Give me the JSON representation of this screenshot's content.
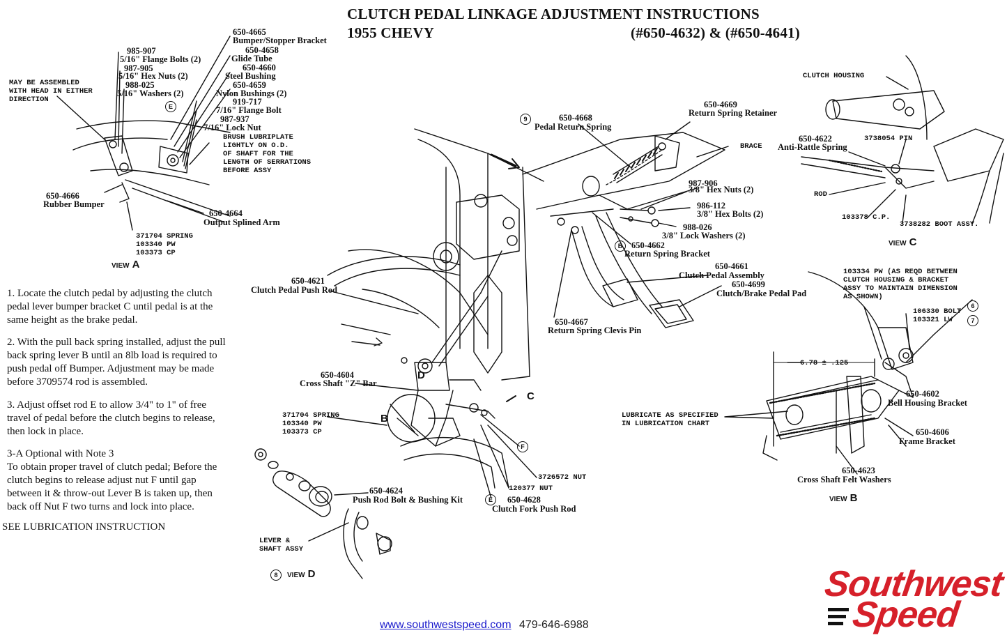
{
  "header": {
    "title": "CLUTCH PEDAL LINKAGE ADJUSTMENT INSTRUCTIONS",
    "model": "1955 CHEVY",
    "part_numbers": "(#650-4632) & (#650-4641)"
  },
  "view_a": {
    "note": [
      "MAY BE ASSEMBLED",
      "WITH HEAD IN EITHER",
      "DIRECTION"
    ],
    "labels": {
      "bumper_bracket_num": "650-4665",
      "bumper_bracket": "Bumper/Stopper Bracket",
      "flange_bolts_num": "985-907",
      "flange_bolts": "5/16\" Flange Bolts (2)",
      "hex_nuts_num": "987-905",
      "hex_nuts": "5/16\" Hex Nuts (2)",
      "washers_num": "988-025",
      "washers": "5/16\" Washers (2)",
      "glide_tube_num": "650-4658",
      "glide_tube": "Glide Tube",
      "steel_bushing_num": "650-4660",
      "steel_bushing": "Steel Bushing",
      "nylon_bushings_num": "650-4659",
      "nylon_bushings": "Nylon Bushings (2)",
      "flange_bolt_num": "919-717",
      "flange_bolt": "7/16\" Flange Bolt",
      "lock_nut_num": "987-937",
      "lock_nut": "7/16\" Lock Nut",
      "rubber_bumper_num": "650-4666",
      "rubber_bumper": "Rubber Bumper",
      "output_arm_num": "650-4664",
      "output_arm": "Output Splined Arm"
    },
    "lube_note": [
      "BRUSH LUBRIPLATE",
      "LIGHTLY ON O.D.",
      "OF SHAFT FOR THE",
      "LENGTH OF SERRATIONS",
      "BEFORE ASSY"
    ],
    "spring_codes": [
      "371704 SPRING",
      "103340 PW",
      "103373 CP"
    ],
    "view": "VIEW",
    "letter": "A",
    "callout": "E"
  },
  "steps": [
    "1.  Locate the clutch pedal by adjusting the clutch pedal lever bumper bracket C until pedal is at the same height as the brake pedal.",
    "2.  With the pull back  spring installed, adjust the pull back spring lever B until an 8lb load is required to push pedal off Bumper. Adjustment may be made before 3709574 rod is assembled.",
    "3.  Adjust offset rod E to allow 3/4\" to 1\" of free travel of pedal before the clutch begins to release, then lock in place.",
    "3-A Optional with Note 3",
    "To obtain proper travel of clutch pedal; Before the clutch begins to release adjust nut F until gap between it & throw-out Lever B is taken up, then back off Nut F two turns and lock into place.",
    "SEE LUBRICATION INSTRUCTION"
  ],
  "center": {
    "callout_9": "9",
    "return_spring_num": "650-4668",
    "return_spring": "Pedal Return Spring",
    "retainer_num": "650-4669",
    "retainer": "Return Spring Retainer",
    "brace": "BRACE",
    "hex_nuts_num": "987-906",
    "hex_nuts": "3/8\" Hex Nuts (2)",
    "hex_bolts_num": "986-112",
    "hex_bolts": "3/8\" Hex Bolts (2)",
    "lock_washers_num": "988-026",
    "lock_washers": "3/8\" Lock Washers (2)",
    "spring_bracket_letter": "B",
    "spring_bracket_num": "650-4662",
    "spring_bracket": "Return Spring Bracket",
    "pedal_assy_num": "650-4661",
    "pedal_assy": "Clutch Pedal Assembly",
    "pedal_pad_num": "650-4699",
    "pedal_pad": "Clutch/Brake Pedal Pad",
    "push_rod_num": "650-4621",
    "push_rod": "Clutch Pedal Push Rod",
    "clevis_pin_num": "650-4667",
    "clevis_pin": "Return Spring Clevis Pin",
    "zbar_num": "650-4604",
    "zbar": "Cross Shaft \"Z\" Bar",
    "letter_d": "D",
    "letter_c": "C",
    "letter_b": "B",
    "callout_f": "F",
    "callout_e": "E",
    "spring_codes": [
      "371704 SPRING",
      "103340 PW",
      "103373 CP"
    ],
    "nut1": "3726572 NUT",
    "nut2": "120377 NUT",
    "fork_rod_num": "650-4628",
    "fork_rod": "Clutch Fork Push Rod",
    "bolt_kit_num": "650-4624",
    "bolt_kit": "Push Rod Bolt & Bushing Kit"
  },
  "view_c": {
    "housing": "CLUTCH HOUSING",
    "anti_rattle_num": "650-4622",
    "anti_rattle": "Anti-Rattle Spring",
    "pin": "3738054 PIN",
    "rod": "ROD",
    "cp": "103378 C.P.",
    "boot": "3738282 BOOT ASSY.",
    "view": "VIEW",
    "letter": "C"
  },
  "view_b": {
    "note": [
      "103334 PW (AS REQD BETWEEN",
      "CLUTCH HOUSING & BRACKET",
      "ASSY TO MAINTAIN DIMENSION",
      "AS SHOWN)"
    ],
    "bolt": "106330 BOLT",
    "lw": "103321 LW",
    "callout_6": "6",
    "callout_7": "7",
    "dimension": "6.78 ± .125",
    "lube": [
      "LUBRICATE AS SPECIFIED",
      "IN LUBRICATION CHART"
    ],
    "bell_bracket_num": "650-4602",
    "bell_bracket": "Bell Housing Bracket",
    "frame_bracket_num": "650-4606",
    "frame_bracket": "Frame Bracket",
    "felt_num": "650-4623",
    "felt": "Cross Shaft Felt Washers",
    "view": "VIEW",
    "letter": "B"
  },
  "view_d": {
    "lever": [
      "LEVER &",
      "SHAFT ASSY"
    ],
    "callout": "8",
    "view": "VIEW",
    "letter": "D"
  },
  "footer": {
    "url": "www.southwestspeed.com",
    "phone": "479-646-6988",
    "logo_line1": "Southwest",
    "logo_line2": "Speed"
  },
  "colors": {
    "ink": "#111111",
    "link": "#1a1acc",
    "logo_red": "#d6202a"
  }
}
